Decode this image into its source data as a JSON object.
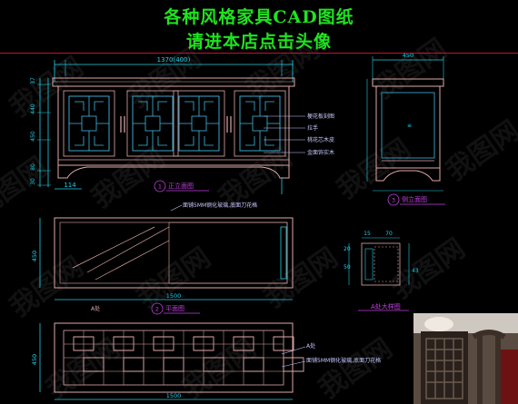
{
  "header": {
    "title_line1": "各种风格家具CAD图纸",
    "title_line2": "请进本店点击头像"
  },
  "front_view": {
    "overall_dim": "1370(400)",
    "left_dims": [
      "37",
      "440",
      "450",
      "80",
      "30"
    ],
    "bottom_left_dims": [
      "114"
    ],
    "callouts": [
      "梗花板刻图",
      "拉手",
      "桃花芯木皮",
      "金面饰实木"
    ],
    "view_number": "1",
    "view_name": "正立面图"
  },
  "side_view": {
    "top_dim": "450",
    "view_number": "3",
    "view_name": "侧立面图"
  },
  "top_view": {
    "left_dim": "450",
    "bottom_dim": "1500",
    "section_label": "A处",
    "note": "面铺5MM钢化玻璃,底面刀花格",
    "view_number": "2",
    "view_name": "平面图"
  },
  "detail": {
    "dims": [
      "15",
      "70",
      "20",
      "50",
      "43"
    ],
    "label": "A处大样图"
  },
  "bottom_plan": {
    "left_dim": "450",
    "bottom_dim": "1500",
    "callout_label": "A处",
    "note": "面铺5MM钢化玻璃,底面刀花格"
  },
  "watermark": "我图网",
  "colors": {
    "outline": "#e0a8a8",
    "dimension": "#1fd1e8",
    "panel": "#3fb8e0",
    "leader": "#c8c8ff",
    "title": "#1fe31f",
    "red_line": "#c8102e",
    "view_label": "#c040e0"
  }
}
